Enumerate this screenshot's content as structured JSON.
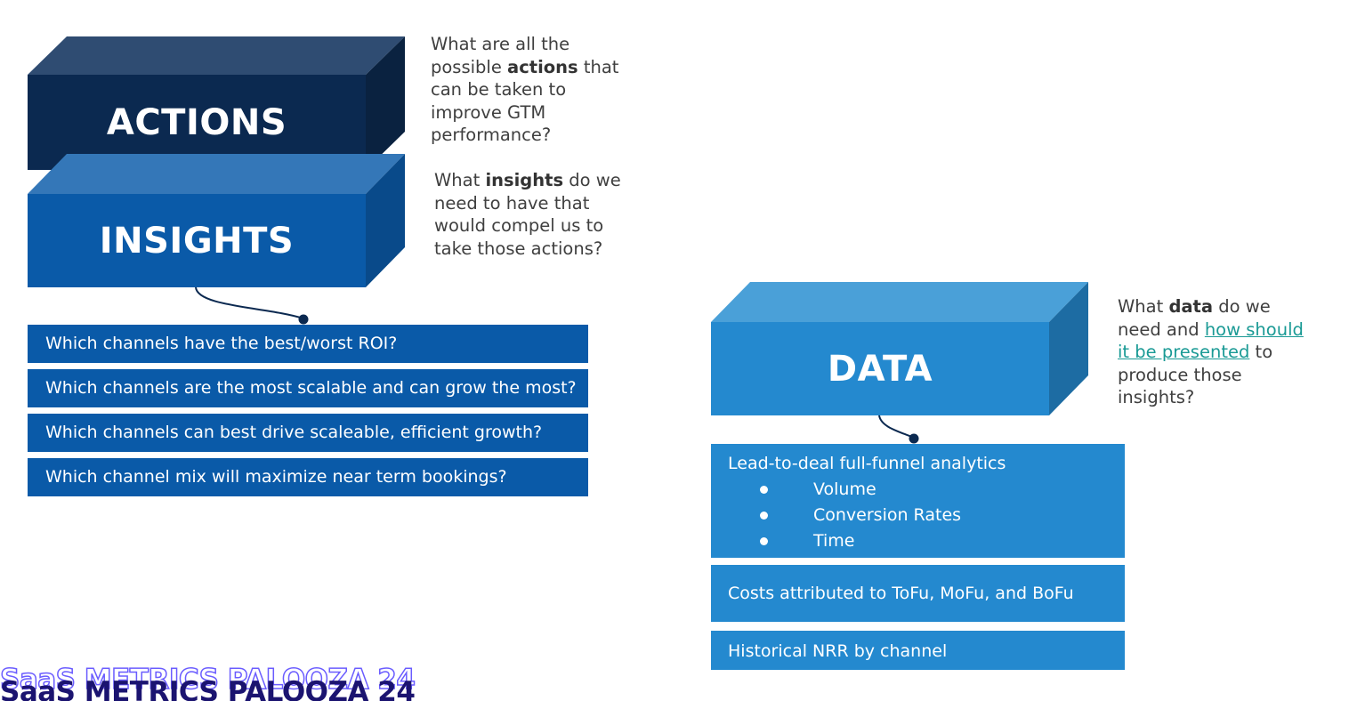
{
  "boxes": {
    "actions": "ACTIONS",
    "insights": "INSIGHTS",
    "data": "DATA"
  },
  "questions": {
    "actions": {
      "pre": "What are all the possible ",
      "bold": "actions",
      "post": " that can be taken to improve GTM performance?"
    },
    "insights": {
      "pre": "What ",
      "bold": "insights",
      "post": " do we need to have that would compel us to take those actions?"
    },
    "data": {
      "pre": "What ",
      "bold": "data",
      "mid": " do we need and ",
      "link": "how should it be presented",
      "post": " to produce those insights?"
    }
  },
  "insight_questions": [
    "Which channels have the best/worst ROI?",
    "Which channels are the most scalable and can grow the most?",
    "Which channels can best drive scaleable, efficient growth?",
    "Which channel mix will maximize near term bookings?"
  ],
  "data_items": {
    "funnel": {
      "title": "Lead-to-deal full-funnel analytics",
      "bullets": [
        "Volume",
        "Conversion Rates",
        "Time"
      ]
    },
    "costs": "Costs attributed to ToFu, MoFu, and BoFu",
    "nrr": "Historical NRR by channel"
  },
  "logo_text": "SaaS METRICS PALOOZA 24",
  "colors": {
    "actions": "#0b2950",
    "insights": "#0a5aa8",
    "data": "#2489cf",
    "link": "#1a9a95",
    "logo": "#1b1470"
  }
}
